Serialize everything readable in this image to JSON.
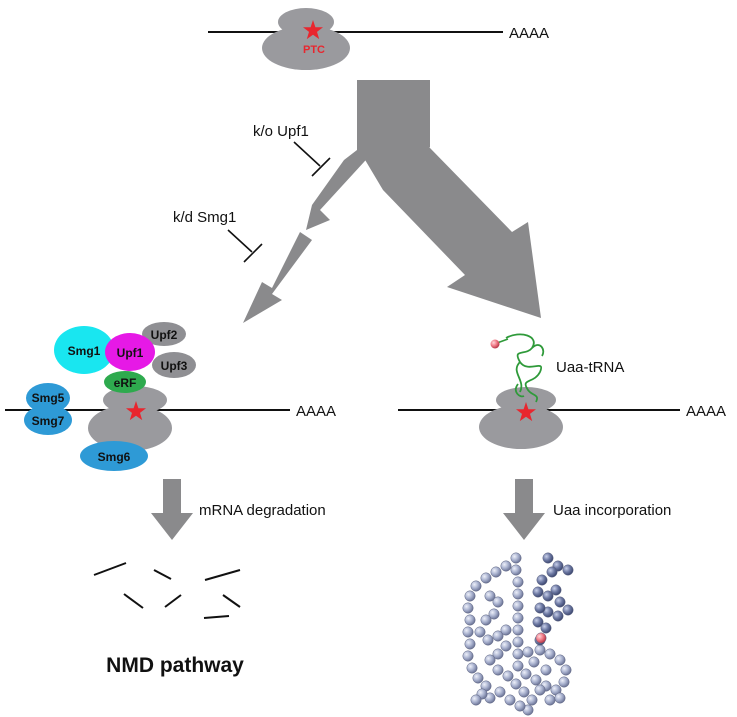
{
  "top": {
    "ptc_label": "PTC",
    "polya_label": "AAAA"
  },
  "inhibitors": {
    "upf1_label": "k/o Upf1",
    "smg1_label": "k/d Smg1"
  },
  "nmd_branch": {
    "polya_label": "AAAA",
    "proteins": {
      "smg1": "Smg1",
      "upf1": "Upf1",
      "upf2": "Upf2",
      "upf3": "Upf3",
      "erf": "eRF",
      "smg5": "Smg5",
      "smg7": "Smg7",
      "smg6": "Smg6"
    },
    "step_label": "mRNA degradation",
    "pathway_title": "NMD pathway"
  },
  "uaa_branch": {
    "trna_label": "Uaa-tRNA",
    "polya_label": "AAAA",
    "step_label": "Uaa incorporation"
  },
  "colors": {
    "ribosome": "#9a9a9e",
    "arrow": "#8a8a8c",
    "star": "#e8262e",
    "smg1": "#19e6f0",
    "upf1": "#e619e6",
    "upf2_upf3": "#8f8f93",
    "erf": "#2eaa4e",
    "smg5_7_6": "#2e9ad6",
    "trna": "#2f9a3a",
    "bead": "#a9b2cf",
    "bead_dark": "#6e7aa4",
    "bead_uaa": "#f07a86"
  }
}
